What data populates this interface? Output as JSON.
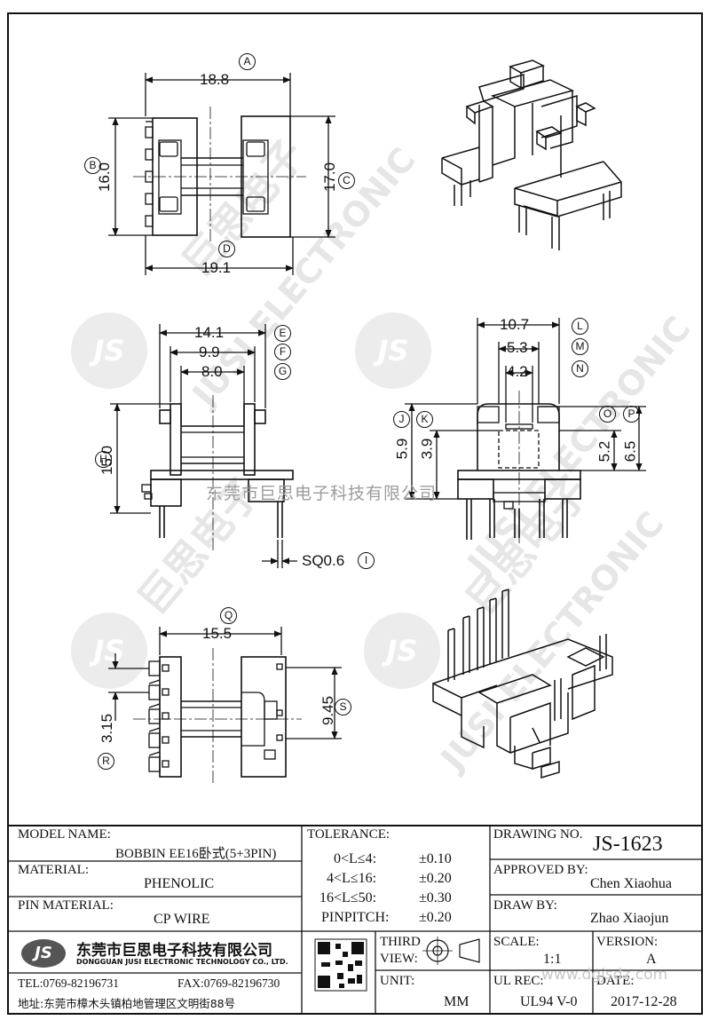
{
  "dimensions": {
    "A": "18.8",
    "B": "16.0",
    "C": "17.0",
    "D": "19.1",
    "E": "14.1",
    "F": "9.9",
    "G": "8.0",
    "H": "15.0",
    "I": "SQ0.6",
    "J": "5.9",
    "K": "3.9",
    "L": "10.7",
    "M": "5.3",
    "N": "4.2",
    "O": "5.2",
    "P": "6.5",
    "Q": "15.5",
    "R": "3.15",
    "S": "9.45"
  },
  "callout_letters": [
    "A",
    "B",
    "C",
    "D",
    "E",
    "F",
    "G",
    "H",
    "I",
    "J",
    "K",
    "L",
    "M",
    "N",
    "O",
    "P",
    "Q",
    "R",
    "S"
  ],
  "watermark": {
    "logo": "JS",
    "cn": "巨思电子",
    "en": "JUSI ELECTRONIC",
    "overlay": "东莞市巨思电子科技有限公司",
    "site": "www.dgjsdz.com"
  },
  "title_block": {
    "model_name_label": "MODEL NAME:",
    "model_name": "BOBBIN EE16卧式(5+3PIN)",
    "material_label": "MATERIAL:",
    "material": "PHENOLIC",
    "pin_material_label": "PIN MATERIAL:",
    "pin_material": "CP WIRE",
    "tolerance_label": "TOLERANCE:",
    "tolerances": [
      {
        "range": "0<L≤4:",
        "value": "±0.10"
      },
      {
        "range": "4<L≤16:",
        "value": "±0.20"
      },
      {
        "range": "16<L≤50:",
        "value": "±0.30"
      },
      {
        "range": "PINPITCH:",
        "value": "±0.20"
      }
    ],
    "drawing_no_label": "DRAWING NO.",
    "drawing_no": "JS-1623",
    "approved_by_label": "APPROVED BY:",
    "approved_by": "Chen Xiaohua",
    "draw_by_label": "DRAW BY:",
    "draw_by": "Zhao Xiaojun",
    "company_logo": "JS",
    "company_cn": "东莞市巨思电子科技有限公司",
    "company_en": "DONGGUAN JUSI ELECTRONIC TECHNOLOGY CO., LTD.",
    "tel": "TEL:0769-82196731",
    "fax": "FAX:0769-82196730",
    "address": "地址:东莞市樟木头镇柏地管理区文明街88号",
    "third_view_label_1": "THIRD",
    "third_view_label_2": "VIEW:",
    "unit_label": "UNIT:",
    "unit": "MM",
    "scale_label": "SCALE:",
    "scale": "1:1",
    "version_label": "VERSION:",
    "version": "A",
    "ul_rec_label": "UL REC:",
    "ul_rec": "UL94 V-0",
    "date_label": "DATE:",
    "date": "2017-12-28"
  }
}
